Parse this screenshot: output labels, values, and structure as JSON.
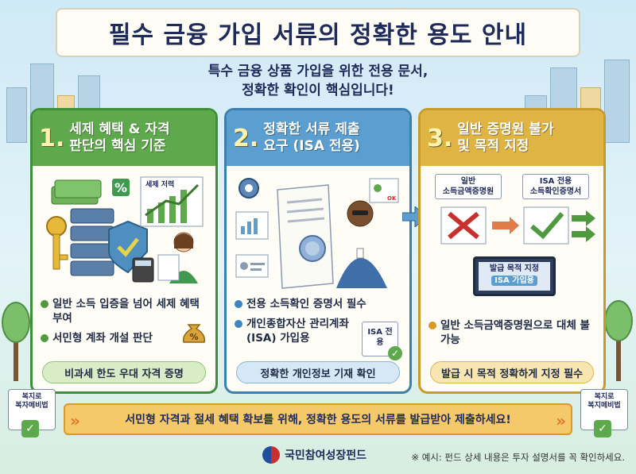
{
  "title": "필수 금융 가입 서류의 정확한 용도 안내",
  "subtitle": {
    "line1": "특수 금융 상품 가입을 위한 전용 문서,",
    "line2": "정확한 확인이 핵심입니다!"
  },
  "panels": [
    {
      "number": "1.",
      "title_line1": "세제 혜택 & 자격",
      "title_line2": "판단의 핵심 기준",
      "chart_label": "세제 저력",
      "percent_badge": "%",
      "bullets": [
        "일반 소득 입증을 넘어 세제 혜택 부여",
        "서민형 계좌 개설 판단"
      ],
      "footer": "비과세 한도 우대 자격 증명",
      "icons": [
        "money-stack-icon",
        "key-icon",
        "shield-check-icon",
        "growth-chart-icon",
        "calculator-icon",
        "money-bag-icon"
      ]
    },
    {
      "number": "2.",
      "title_line1": "정확한 서류 제출",
      "title_line2": "요구 (ISA 전용)",
      "doc_badge": "ISA 전용",
      "ok_label": "OK",
      "bullets": [
        "전용 소득확인 증명서 필수",
        "개인종합자산 관리계좌(ISA) 가입용"
      ],
      "footer": "정확한 개인정보 기재 확인",
      "icons": [
        "gear-icon",
        "document-icon",
        "seal-icon",
        "id-card-icon",
        "check-icon"
      ]
    },
    {
      "number": "3.",
      "title_line1": "일반 증명원 불가",
      "title_line2": "및 목적 지정",
      "doc_left_line1": "일반",
      "doc_left_line2": "소득금액증명원",
      "doc_right_line1": "ISA 전용",
      "doc_right_line2": "소득확인증명서",
      "monitor_line1": "발급 목적 지정",
      "monitor_line2": "ISA 가입용",
      "bullets": [
        "일반 소득금액증명원으로 대체 불가능"
      ],
      "footer": "발급 시 목적 정확하게 지정 필수",
      "icons": [
        "x-document-icon",
        "check-document-icon",
        "monitor-icon",
        "arrow-right-icon"
      ]
    }
  ],
  "side_docs": {
    "left_line1": "복지로",
    "left_line2": "복자메비법",
    "right_line1": "복지로",
    "right_line2": "복지메비법"
  },
  "banner": "서민형 자격과 절세 혜택 확보를 위해, 정확한 용도의 서류를 발급받아 제출하세요!",
  "logo_text": "국민참여성장펀드",
  "note": "※ 예시: 펀드 상세 내용은 투자 설명서를 꼭 확인하세요.",
  "colors": {
    "panel1": "#5ea94b",
    "panel2": "#5b9fd0",
    "panel3": "#e0b443",
    "title": "#1e2a5a",
    "banner": "#f5c96a"
  }
}
